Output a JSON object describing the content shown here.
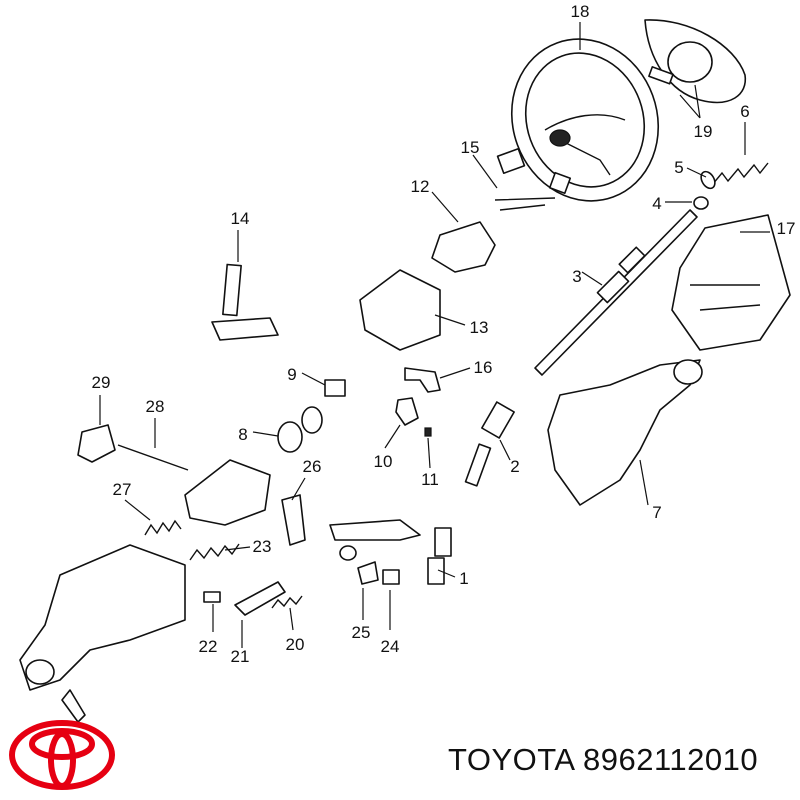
{
  "parts": [
    {
      "num": "1"
    },
    {
      "num": "2"
    },
    {
      "num": "3"
    },
    {
      "num": "4"
    },
    {
      "num": "5"
    },
    {
      "num": "6"
    },
    {
      "num": "7"
    },
    {
      "num": "8"
    },
    {
      "num": "9"
    },
    {
      "num": "10"
    },
    {
      "num": "11"
    },
    {
      "num": "12"
    },
    {
      "num": "13"
    },
    {
      "num": "14"
    },
    {
      "num": "15"
    },
    {
      "num": "16"
    },
    {
      "num": "17"
    },
    {
      "num": "18"
    },
    {
      "num": "19"
    },
    {
      "num": "20"
    },
    {
      "num": "21"
    },
    {
      "num": "22"
    },
    {
      "num": "23"
    },
    {
      "num": "24"
    },
    {
      "num": "25"
    },
    {
      "num": "26"
    },
    {
      "num": "27"
    },
    {
      "num": "28"
    },
    {
      "num": "29"
    }
  ],
  "caption": {
    "brand": "TOYOTA",
    "part_number": "8962112010"
  },
  "brand_color": "#e60012"
}
